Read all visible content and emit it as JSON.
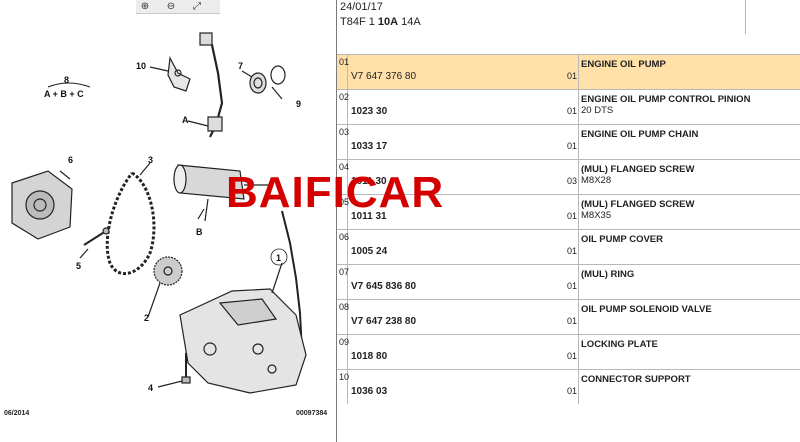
{
  "toolbar": {
    "zoom_in": "⊕",
    "zoom_out": "⊖",
    "fit": "⤢"
  },
  "header": {
    "date": "24/01/17",
    "ref_prefix": "T84F 1",
    "ref_bold": "10A",
    "ref_suffix": "14A"
  },
  "watermark": "BAIFICAR",
  "diagram": {
    "labels": [
      "10",
      "8",
      "A + B + C",
      "6",
      "3",
      "7",
      "9",
      "A",
      "B",
      "5",
      "2",
      "1",
      "4"
    ],
    "footer_left": "06/2014",
    "footer_right": "00097384"
  },
  "parts": [
    {
      "pos": "01",
      "ref": "V7 647 376 80",
      "qty": "01",
      "desc": "ENGINE OIL PUMP",
      "sub": "",
      "selected": true
    },
    {
      "pos": "02",
      "ref": "1023 30",
      "qty": "01",
      "desc": "ENGINE OIL PUMP CONTROL PINION",
      "sub": "20 DTS",
      "selected": false
    },
    {
      "pos": "03",
      "ref": "1033 17",
      "qty": "01",
      "desc": "ENGINE OIL PUMP CHAIN",
      "sub": "",
      "selected": false
    },
    {
      "pos": "04",
      "ref": "1011 30",
      "qty": "03",
      "desc": "(MUL) FLANGED SCREW",
      "sub": "M8X28",
      "selected": false
    },
    {
      "pos": "05",
      "ref": "1011 31",
      "qty": "01",
      "desc": "(MUL) FLANGED SCREW",
      "sub": "M8X35",
      "selected": false
    },
    {
      "pos": "06",
      "ref": "1005 24",
      "qty": "01",
      "desc": "OIL PUMP COVER",
      "sub": "",
      "selected": false
    },
    {
      "pos": "07",
      "ref": "V7 645 836 80",
      "qty": "01",
      "desc": "(MUL) RING",
      "sub": "",
      "selected": false
    },
    {
      "pos": "08",
      "ref": "V7 647 238 80",
      "qty": "01",
      "desc": "OIL PUMP SOLENOID VALVE",
      "sub": "",
      "selected": false
    },
    {
      "pos": "09",
      "ref": "1018 80",
      "qty": "01",
      "desc": "LOCKING PLATE",
      "sub": "",
      "selected": false
    },
    {
      "pos": "10",
      "ref": "1036 03",
      "qty": "01",
      "desc": "CONNECTOR SUPPORT",
      "sub": "",
      "selected": false
    }
  ]
}
